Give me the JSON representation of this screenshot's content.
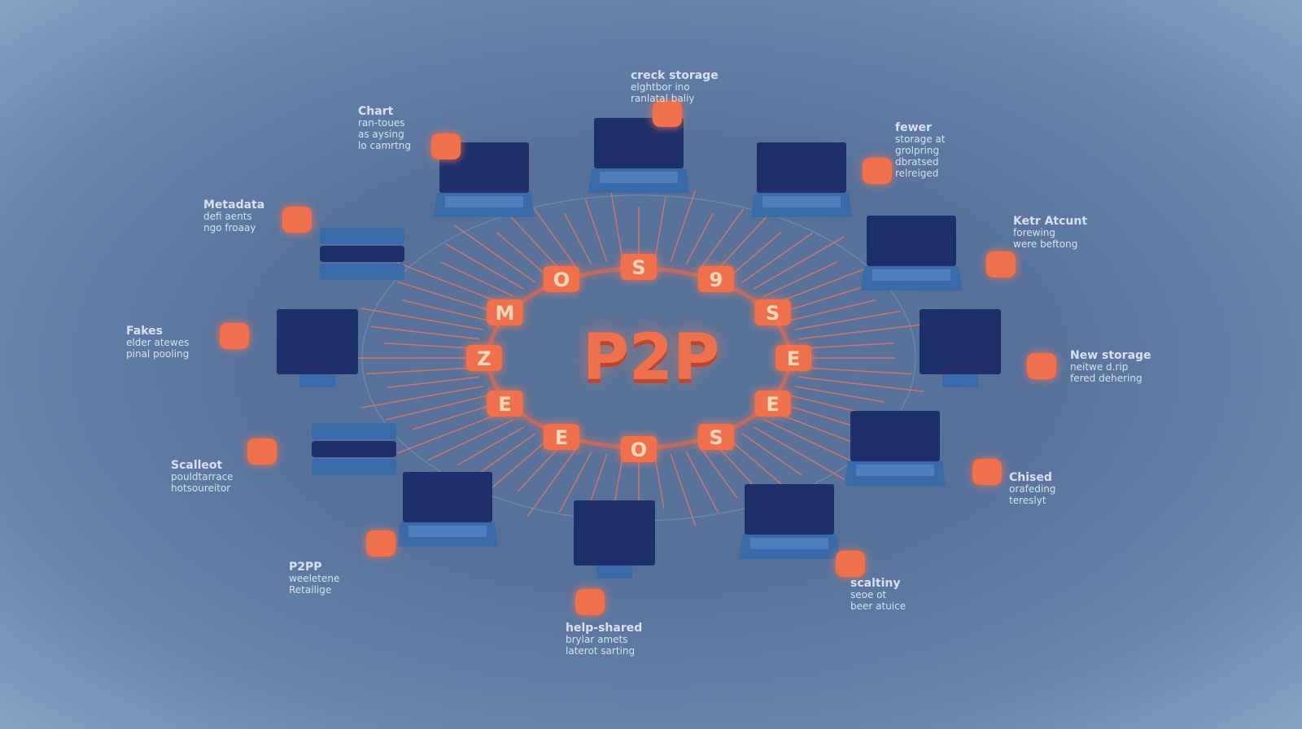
{
  "center_title": "P2P",
  "ring_letters": [
    "Z",
    "M",
    "O",
    "S",
    "9",
    "S",
    "E",
    "E",
    "S",
    "O",
    "E",
    "E"
  ],
  "labels": [
    {
      "id": "creck-storage",
      "title": "creck storage",
      "lines": [
        "elghtbor ino",
        "ranlatal baliy"
      ]
    },
    {
      "id": "chart",
      "title": "Chart",
      "lines": [
        "ran-toues",
        "as aysing",
        "lo camrtng"
      ]
    },
    {
      "id": "fewer",
      "title": "fewer",
      "lines": [
        "storage at",
        "grolpring",
        "dbratsed",
        "relreiged"
      ]
    },
    {
      "id": "metadata",
      "title": "Metadata",
      "lines": [
        "defi aents",
        "ngo froaay"
      ]
    },
    {
      "id": "ketr-atcunt",
      "title": "Ketr Atcunt",
      "lines": [
        "forewing",
        "were beftong"
      ]
    },
    {
      "id": "fakes",
      "title": "Fakes",
      "lines": [
        "elder atewes",
        "pinal pooling"
      ]
    },
    {
      "id": "new-storage",
      "title": "New storage",
      "lines": [
        "neitwe d.rip",
        "fered dehering"
      ]
    },
    {
      "id": "scalleot",
      "title": "Scalleot",
      "lines": [
        "pouldtarrace",
        "hotsoureitor"
      ]
    },
    {
      "id": "chised",
      "title": "Chised",
      "lines": [
        "orafeding",
        "tereslyt"
      ]
    },
    {
      "id": "p2pp",
      "title": "P2PP",
      "lines": [
        "weeletene",
        "Retailige"
      ]
    },
    {
      "id": "help-shared",
      "title": "help-shared",
      "lines": [
        "brylar amets",
        "laterot sarting"
      ]
    },
    {
      "id": "scaltiny",
      "title": "scaltiny",
      "lines": [
        "seoe ot",
        "beer atuice"
      ]
    }
  ],
  "colors": {
    "accent": "#f0714d",
    "device": "#1f2f6b",
    "device_light": "#3b6aa8",
    "background": "#5b7499"
  }
}
